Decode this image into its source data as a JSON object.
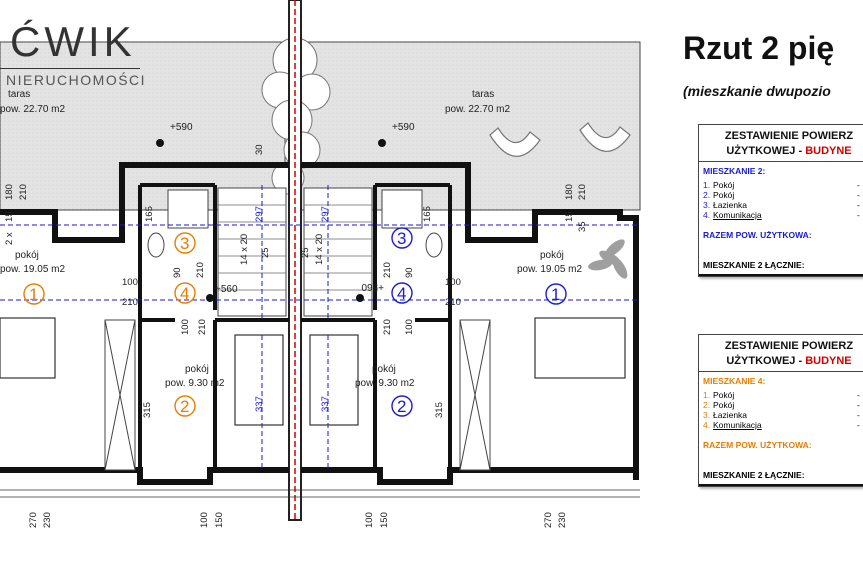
{
  "logo": {
    "main": "ĆWIK",
    "sub": "NIERUCHOMOŚCI"
  },
  "title": "Rzut 2 pię",
  "subtitle": "(mieszkanie dwupozio",
  "plan": {
    "left": {
      "taras_name": "taras",
      "taras_area": "pow. 22.70 m2",
      "level": "+590",
      "room1_name": "pokój",
      "room1_area": "pow. 19.05 m2",
      "room2_name": "pokój",
      "room2_area": "pow. 9.30 m2",
      "level_small": "+560",
      "n1": "1",
      "n2": "2",
      "n3": "3",
      "n4": "4"
    },
    "right": {
      "taras_name": "taras",
      "taras_area": "pow. 22.70 m2",
      "level": "+590",
      "room1_name": "pokój",
      "room1_area": "pow. 19.05 m2",
      "room2_name": "pokój",
      "room2_area": "pow. 9.30 m2",
      "level_small": "+560",
      "n1": "1",
      "n2": "2",
      "n3": "3",
      "n4": "4"
    },
    "dims": {
      "d180": "180",
      "d210": "210",
      "d15": "15",
      "d2x": "2 x",
      "d30": "30",
      "d297": "297",
      "d14x20": "14 x 20",
      "d25": "25",
      "d165": "165",
      "d35": "35",
      "d100": "100",
      "d90": "90",
      "d337": "337",
      "d315": "315",
      "d270": "270",
      "d230": "230",
      "d150": "150"
    }
  },
  "tables": [
    {
      "head1": "ZESTAWIENIE POWIERZ",
      "head2_black": "UŻYTKOWEJ - ",
      "head2_red": "BUDYNE",
      "section": "MIESZKANIE 2:",
      "rows": [
        {
          "n": "1.",
          "label": "Pokój",
          "dash": "-"
        },
        {
          "n": "2.",
          "label": "Pokój",
          "dash": "-"
        },
        {
          "n": "3.",
          "label": "Łazienka",
          "dash": "-"
        },
        {
          "n": "4.",
          "label": "Komunikacja",
          "dash": "-"
        }
      ],
      "sum": "RAZEM POW. UŻYTKOWA:",
      "total": "MIESZKANIE 2 ŁĄCZNIE:"
    },
    {
      "head1": "ZESTAWIENIE POWIERZ",
      "head2_black": "UŻYTKOWEJ - ",
      "head2_red": "BUDYNE",
      "section": "MIESZKANIE 4:",
      "rows": [
        {
          "n": "1.",
          "label": "Pokój",
          "dash": "-"
        },
        {
          "n": "2.",
          "label": "Pokój",
          "dash": "-"
        },
        {
          "n": "3.",
          "label": "Łazienka",
          "dash": "-"
        },
        {
          "n": "4.",
          "label": "Komunikacja",
          "dash": "-"
        }
      ],
      "sum": "RAZEM POW. UŻYTKOWA:",
      "total": "MIESZKANIE 2 ŁĄCZNIE:"
    }
  ],
  "colors": {
    "blue": "#1a1ad6",
    "orange": "#e67e00",
    "red": "#d40000",
    "terrace": "#e3e3e3"
  }
}
